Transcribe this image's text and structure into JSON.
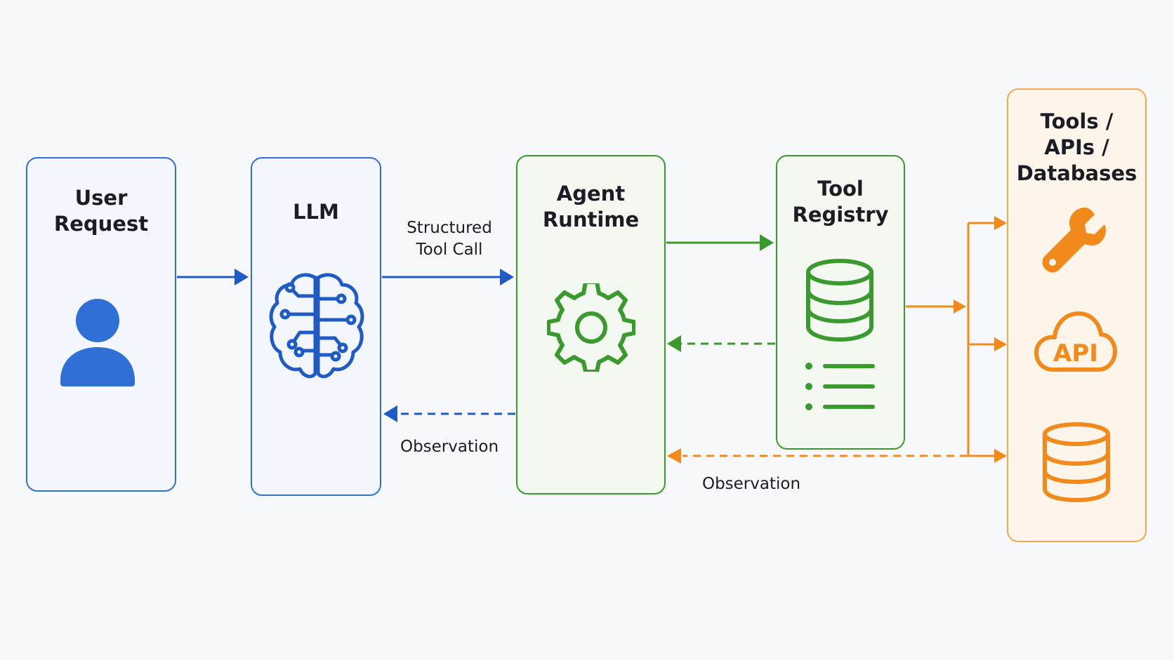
{
  "colors": {
    "blue": "#1f5bc4",
    "blue_fill": "#f3f6fc",
    "blue_person": "#2f6fd6",
    "green": "#3a9a2e",
    "green_fill": "#f3f9f1",
    "orange": "#f28a1b",
    "orange_fill": "#fdf5ea",
    "background": "#f7f8fb"
  },
  "nodes": {
    "user_request": {
      "title": "User\nRequest",
      "icon": "person-icon"
    },
    "llm": {
      "title": "LLM",
      "icon": "brain-circuit-icon"
    },
    "agent_runtime": {
      "title": "Agent\nRuntime",
      "icon": "gear-icon"
    },
    "tool_registry": {
      "title": "Tool\nRegistry",
      "icon": "database-list-icon"
    },
    "tools": {
      "title": "Tools /\nAPIs /\nDatabases",
      "icons": [
        "wrench-icon",
        "cloud-api-icon",
        "database-icon"
      ],
      "api_label": "API"
    }
  },
  "edges": {
    "structured_tool_call": "Structured\nTool Call",
    "observation_llm": "Observation",
    "observation_tools": "Observation"
  }
}
